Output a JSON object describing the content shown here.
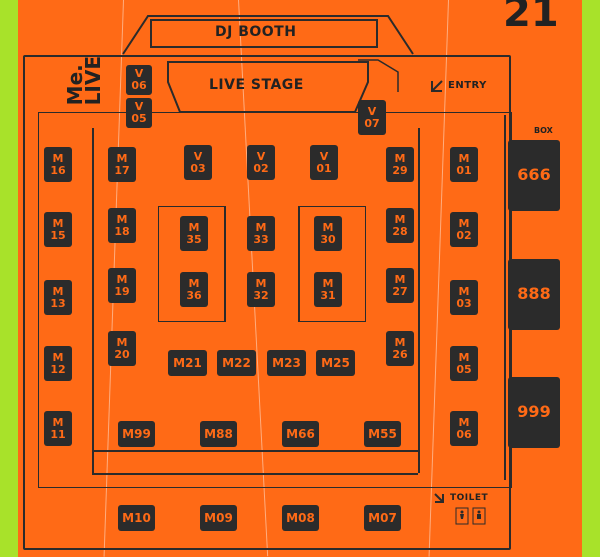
{
  "header": {
    "dj_booth": "DJ BOOTH",
    "live_stage": "LIVE STAGE",
    "entry": "ENTRY",
    "box_label": "BOX",
    "toilet": "TOILET",
    "brand": "Me.\nLIVE",
    "year_fragment": "21"
  },
  "sections": {
    "v": [
      "V\n06",
      "V\n05",
      "V\n03",
      "V\n02",
      "V\n01",
      "V\n07"
    ],
    "m_left": [
      "M\n16",
      "M\n15",
      "M\n13",
      "M\n12",
      "M\n11"
    ],
    "m_left_inner": [
      "M\n17",
      "M\n18",
      "M\n19",
      "M\n20"
    ],
    "m_center_top": [
      "M\n35",
      "M\n33",
      "M\n30"
    ],
    "m_center_mid": [
      "M\n36",
      "M\n32",
      "M\n31"
    ],
    "m_center_bottom": [
      "M21",
      "M22",
      "M23",
      "M25"
    ],
    "m_right_inner": [
      "M\n29",
      "M\n28",
      "M\n27",
      "M\n26"
    ],
    "m_right": [
      "M\n01",
      "M\n02",
      "M\n03",
      "M\n05",
      "M\n06"
    ],
    "m_front": [
      "M99",
      "M88",
      "M66",
      "M55"
    ],
    "m_back": [
      "M10",
      "M09",
      "M08",
      "M07"
    ],
    "box": [
      "666",
      "888",
      "999"
    ]
  },
  "colors": {
    "accent_orange": "#ff6a16",
    "lime": "#a8e22a",
    "dark": "#2b2b2b"
  },
  "icons": {
    "entry": "arrow-down-left-icon",
    "toilet": "arrow-down-right-icon",
    "toilet_people": "restroom-icon"
  }
}
